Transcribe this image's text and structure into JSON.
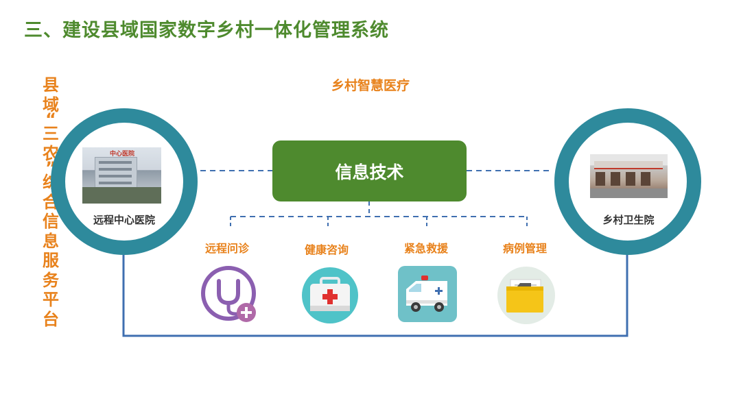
{
  "slide": {
    "title": "三、建设县域国家数字乡村一体化管理系统",
    "subtitle": "乡村智慧医疗",
    "vertical_label": [
      "县",
      "域",
      "“",
      "三",
      "农",
      "”",
      "综",
      "合",
      "信",
      "息",
      "服",
      "务",
      "平",
      "台"
    ]
  },
  "left_node": {
    "label": "远程中心医院",
    "sign_text": "中心医院"
  },
  "right_node": {
    "label": "乡村卫生院"
  },
  "center_box": {
    "label": "信息技术"
  },
  "services": [
    {
      "label": "远程问诊",
      "icon": "stethoscope-icon"
    },
    {
      "label": "健康咨询",
      "icon": "first-aid-kit-icon"
    },
    {
      "label": "紧急救援",
      "icon": "ambulance-icon"
    },
    {
      "label": "病例管理",
      "icon": "folder-icon"
    }
  ],
  "colors": {
    "title_green": "#4e8a2e",
    "accent_orange": "#e8821c",
    "ring_teal": "#2e8a9c",
    "line_blue": "#3f6fb0"
  }
}
